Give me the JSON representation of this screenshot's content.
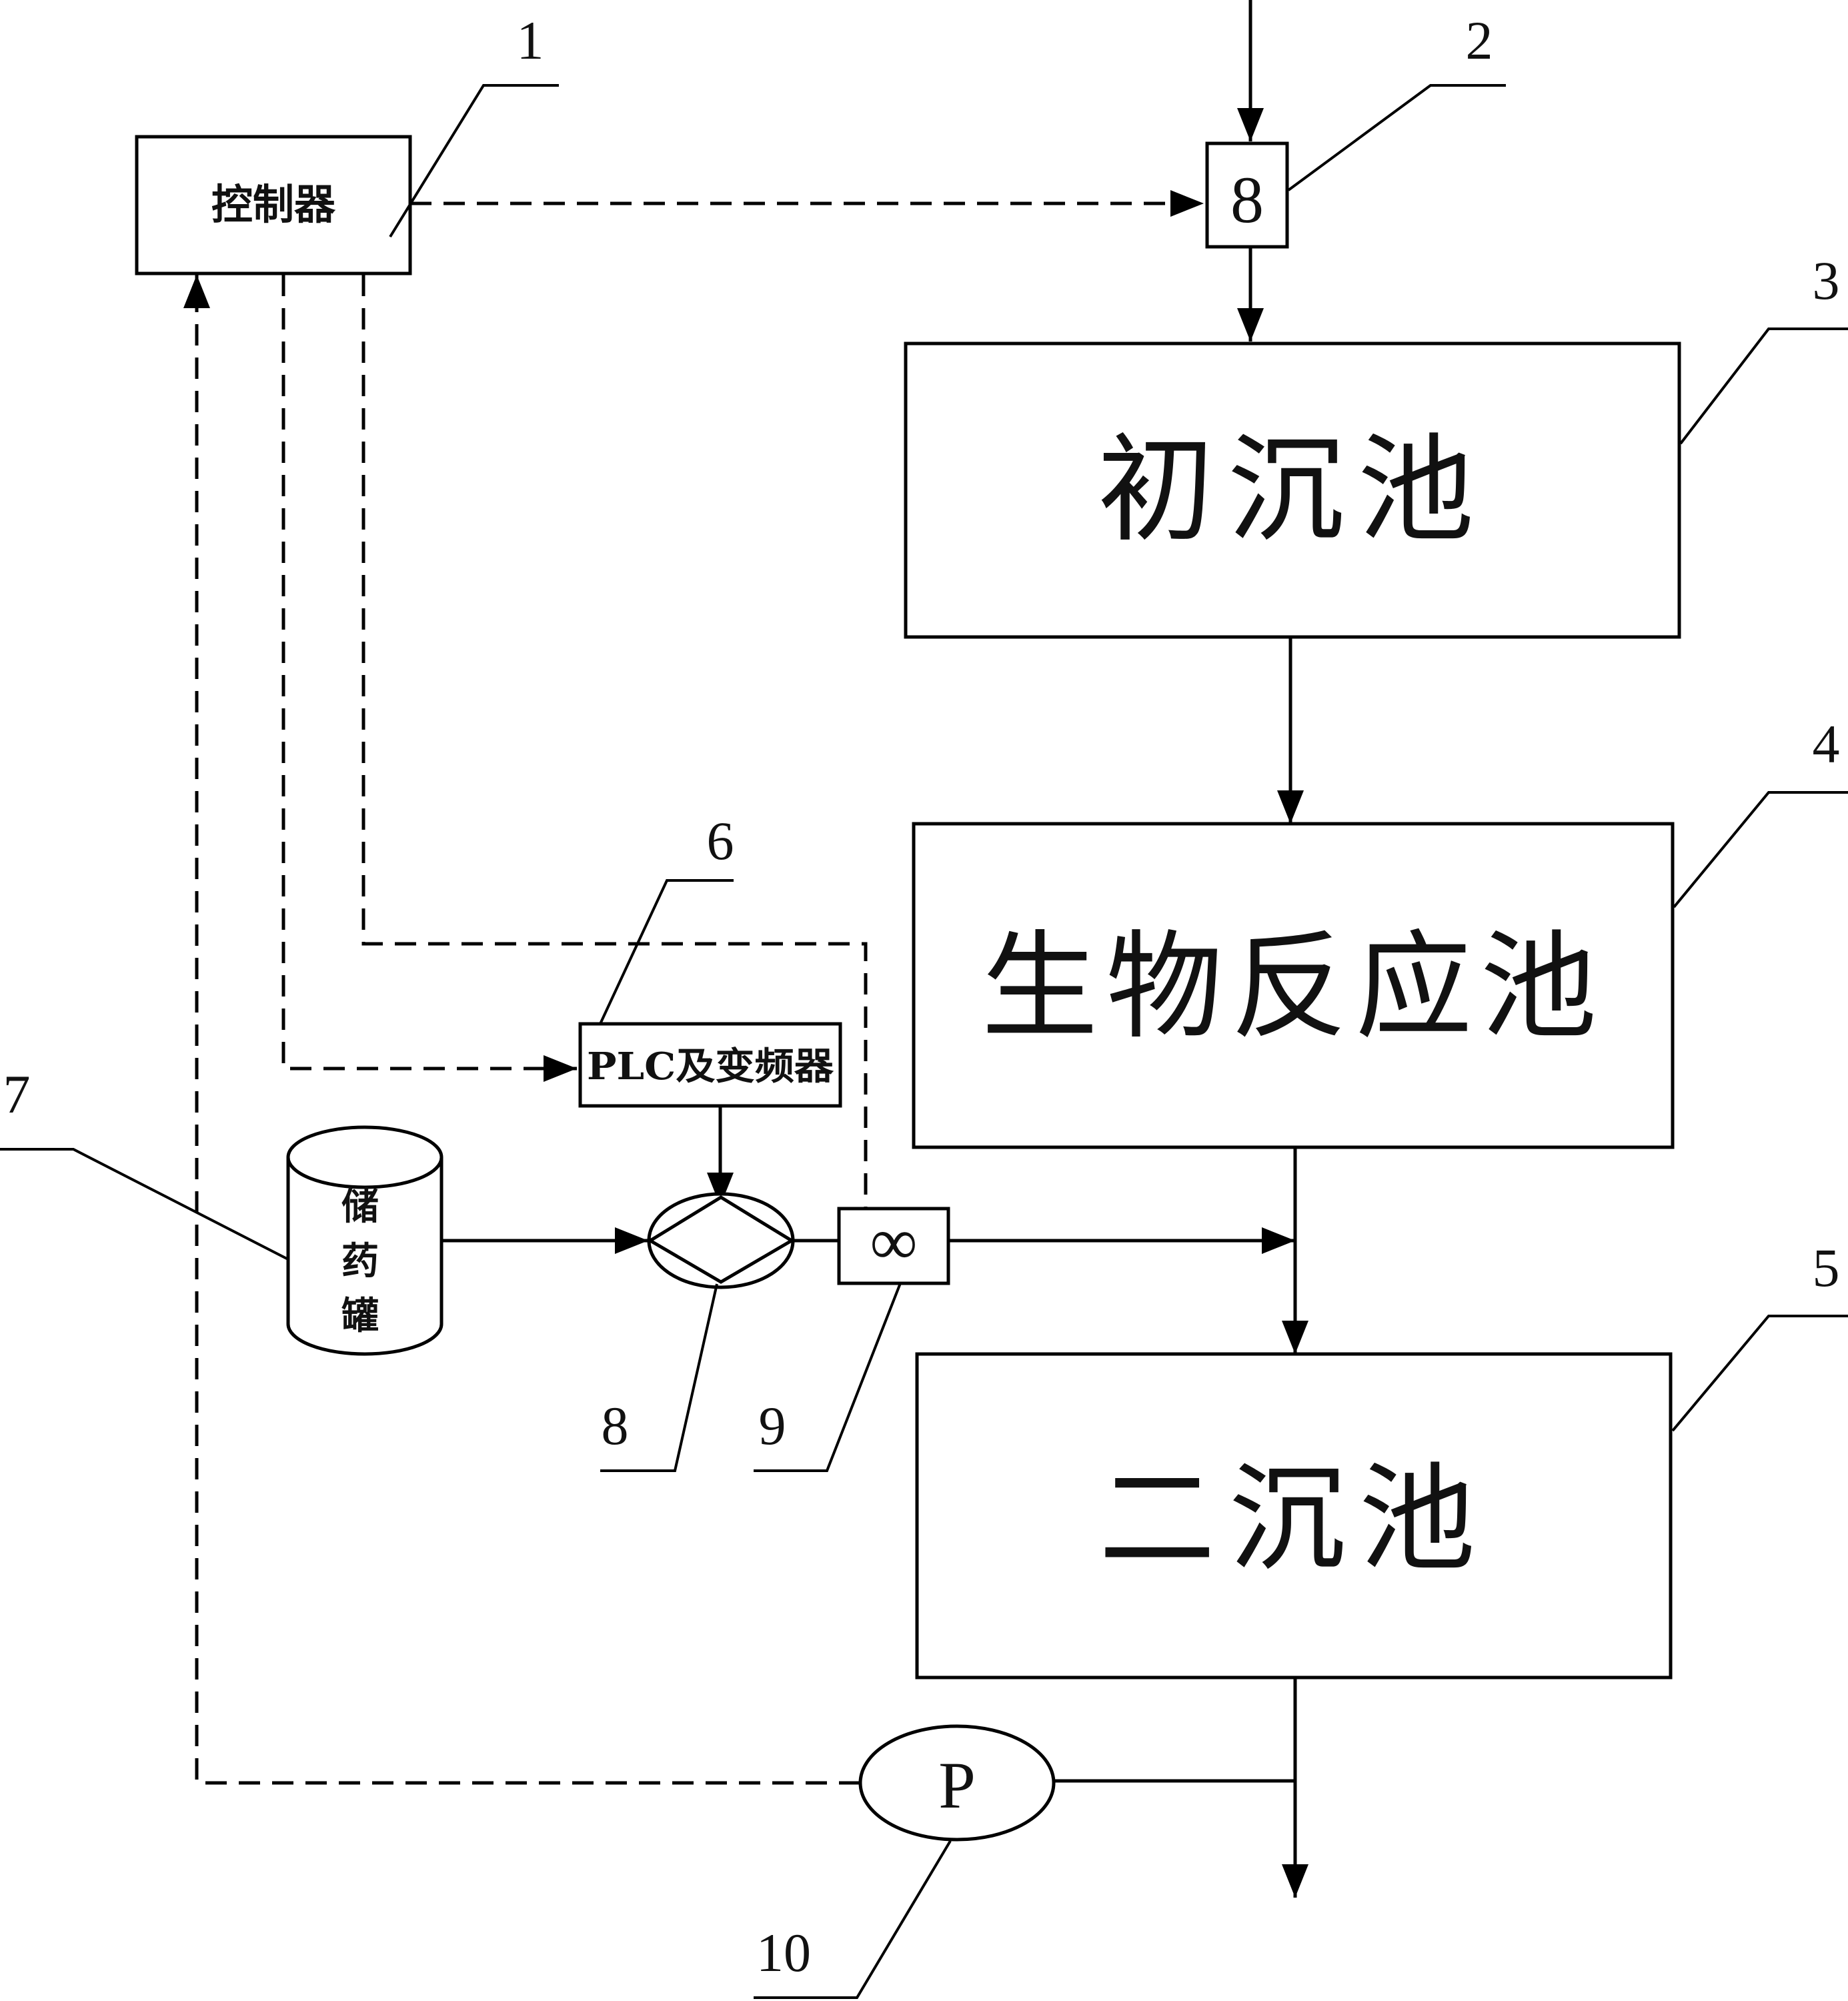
{
  "controller": {
    "label": "控制器",
    "number": "1"
  },
  "flow_meter": {
    "glyph": "8",
    "number": "2"
  },
  "primary_clarifier": {
    "label": "初沉池",
    "number": "3"
  },
  "bio_reactor": {
    "label": "生物反应池",
    "number": "4"
  },
  "secondary_clarifier": {
    "label": "二沉池",
    "number": "5"
  },
  "plc_inverter": {
    "label": "PLC及变频器",
    "number": "6"
  },
  "storage_tank": {
    "chars": [
      "储",
      "药",
      "罐"
    ],
    "number": "7"
  },
  "dosing_pump": {
    "number": "8"
  },
  "dosing_flow_meter": {
    "glyph": "∞",
    "number": "9"
  },
  "analyzer": {
    "label": "P",
    "number": "10"
  }
}
